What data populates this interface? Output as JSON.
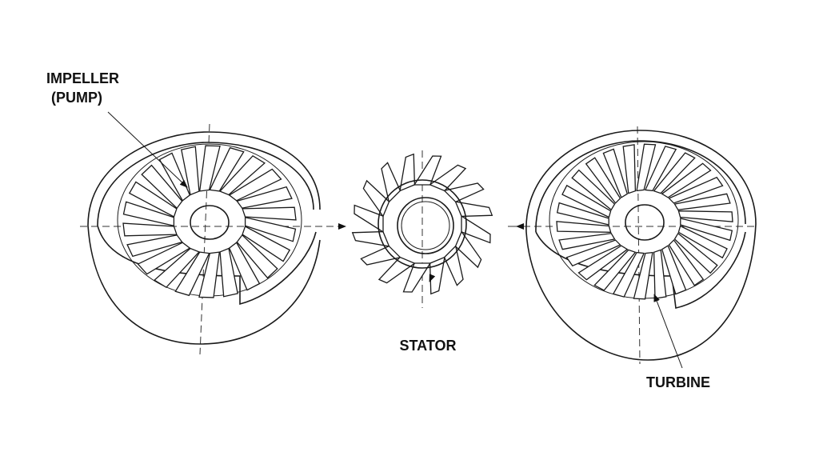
{
  "labels": {
    "impeller_line1": "IMPELLER",
    "impeller_line2": "(PUMP)",
    "stator": "STATOR",
    "turbine": "TURBINE"
  },
  "components": [
    {
      "name": "impeller",
      "blade_count": 22
    },
    {
      "name": "stator",
      "tooth_count": 16
    },
    {
      "name": "turbine",
      "blade_count": 26
    }
  ],
  "colors": {
    "line": "#1a1a1a",
    "background": "#ffffff"
  }
}
